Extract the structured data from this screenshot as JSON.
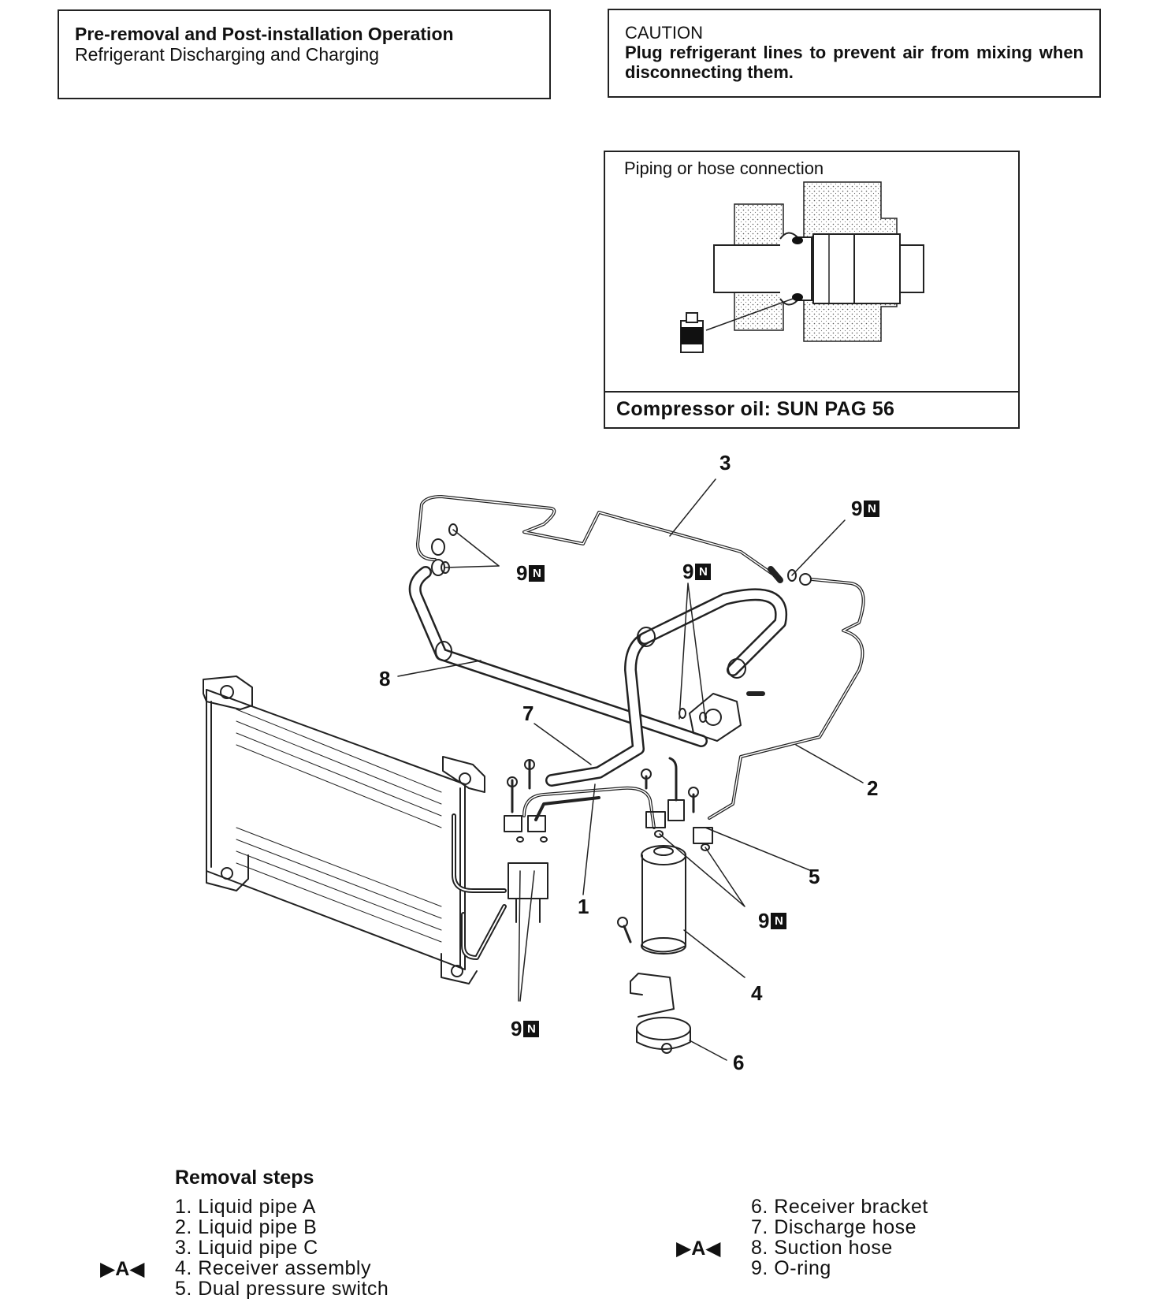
{
  "pre_box": {
    "title": "Pre-removal and Post-installation Operation",
    "subtitle": "Refrigerant Discharging and Charging"
  },
  "caution_box": {
    "title": "CAUTION",
    "text": "Plug refrigerant lines to prevent air from mixing when disconnecting them."
  },
  "piping_box": {
    "label": "Piping or hose connection",
    "oil": "Compressor oil: SUN PAG 56"
  },
  "callouts": {
    "c1": "1",
    "c2": "2",
    "c3": "3",
    "c4": "4",
    "c5": "5",
    "c6": "6",
    "c7": "7",
    "c8": "8"
  },
  "oring_label": {
    "number": "9",
    "badge": "N"
  },
  "removal": {
    "title": "Removal steps",
    "marker": "▶A◀",
    "steps": [
      "1. Liquid pipe A",
      "2. Liquid pipe B",
      "3. Liquid pipe C",
      "4. Receiver assembly",
      "5. Dual pressure switch",
      "6. Receiver bracket",
      "7. Discharge hose",
      "8. Suction hose",
      "9. O-ring"
    ]
  }
}
